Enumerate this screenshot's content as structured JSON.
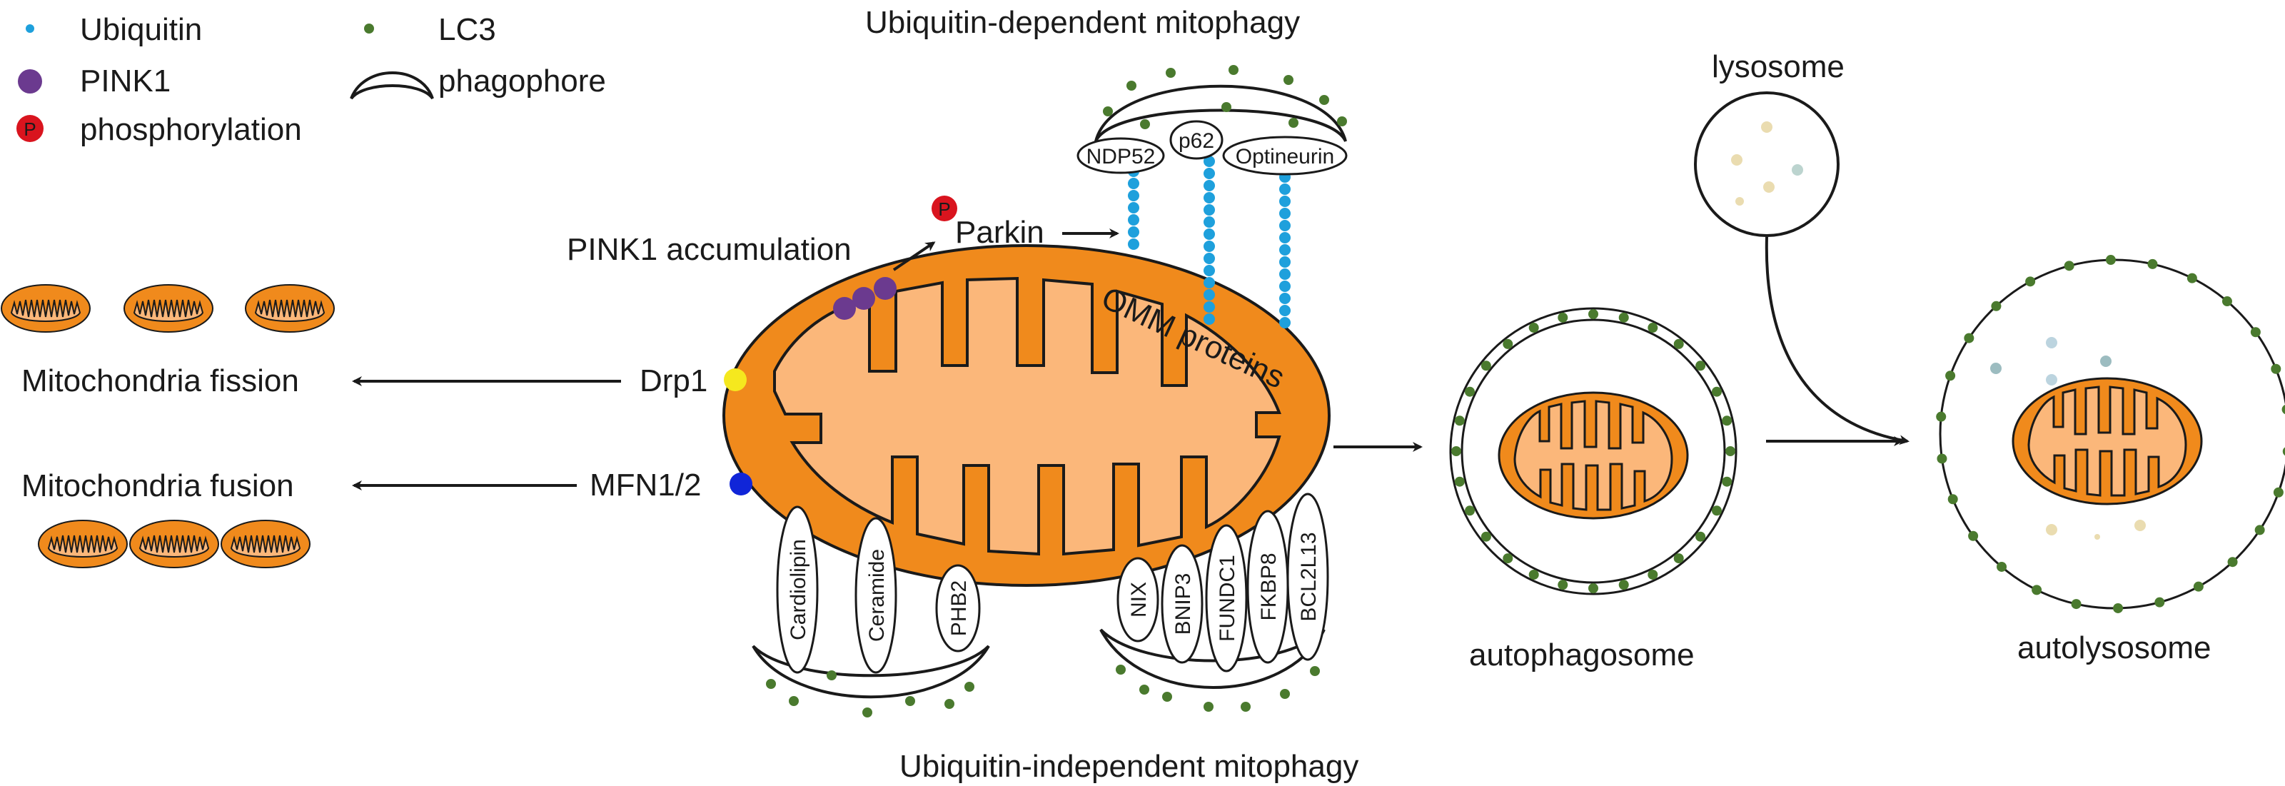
{
  "legend": {
    "ubiquitin": "Ubiquitin",
    "lc3": "LC3",
    "pink1": "PINK1",
    "phagophore": "phagophore",
    "phosphorylation": "phosphorylation",
    "p_symbol": "P"
  },
  "titles": {
    "ubiquitin_dependent": "Ubiquitin-dependent mitophagy",
    "ubiquitin_independent": "Ubiquitin-independent mitophagy"
  },
  "labels": {
    "pink1_accumulation": "PINK1 accumulation",
    "parkin": "Parkin",
    "omm_proteins": "OMM proteins",
    "drp1": "Drp1",
    "mfn": "MFN1/2",
    "fission": "Mitochondria fission",
    "fusion": "Mitochondria fusion",
    "autophagosome": "autophagosome",
    "autolysosome": "autolysosome",
    "lysosome": "lysosome"
  },
  "receptors_top": [
    "NDP52",
    "p62",
    "Optineurin"
  ],
  "receptors_left": [
    "Cardiolipin",
    "Ceramide",
    "PHB2"
  ],
  "receptors_right": [
    "NIX",
    "BNIP3",
    "FUNDC1",
    "FKBP8",
    "BCL2L13"
  ],
  "colors": {
    "ubiquitin": "#1ea0dc",
    "lc3": "#4a7a2e",
    "pink1": "#6b3a8f",
    "phospho": "#d9141e",
    "mito_outer": "#f08a1c",
    "mito_inner": "#fbb77a",
    "drp1": "#f5e81e",
    "mfn": "#1025d8",
    "text": "#1a1a1a"
  },
  "icons": [
    "ubiquitin-dot-icon",
    "lc3-dot-icon",
    "pink1-dot-icon",
    "phagophore-icon",
    "phosphorylation-icon",
    "arrow-icon"
  ]
}
